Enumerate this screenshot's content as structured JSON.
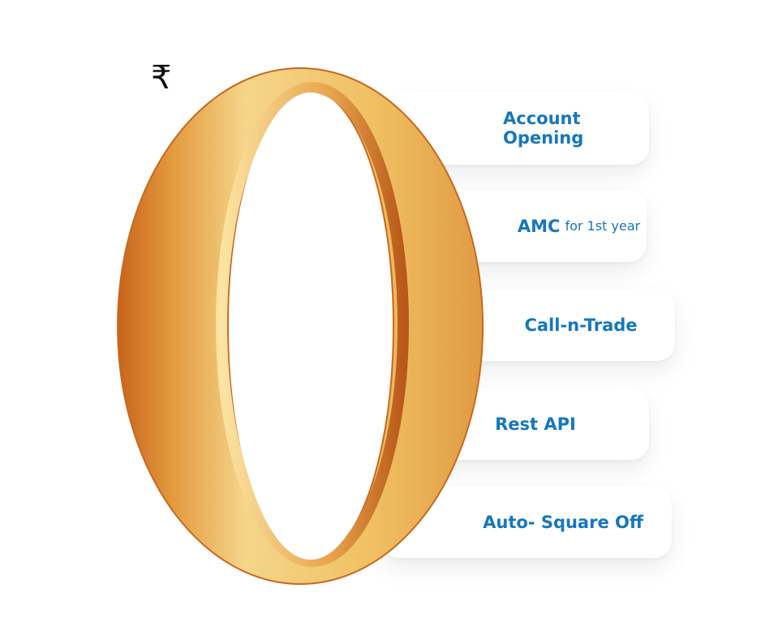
{
  "currency_symbol": "₹",
  "hero_value": "0",
  "features": [
    {
      "label": "Account Opening",
      "suffix": ""
    },
    {
      "label": "AMC",
      "suffix": "for 1st year"
    },
    {
      "label": "Call-n-Trade",
      "suffix": ""
    },
    {
      "label": "Rest API",
      "suffix": ""
    },
    {
      "label": "Auto- Square Off",
      "suffix": ""
    }
  ],
  "colors": {
    "text_accent": "#1677bd",
    "gold": "#e9a545"
  }
}
